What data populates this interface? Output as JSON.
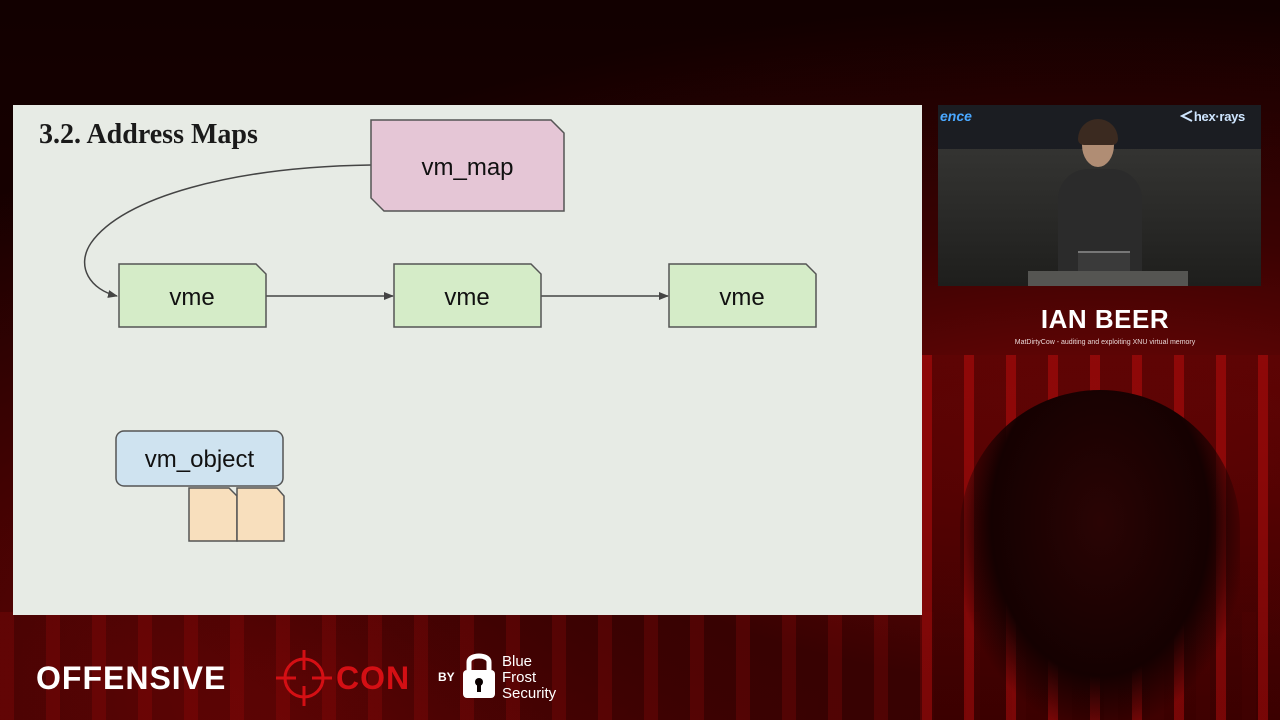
{
  "slide": {
    "title": "3.2. Address Maps",
    "diagram": {
      "nodes": [
        {
          "id": "vm_map",
          "label": "vm_map",
          "fill": "#e5c6d6"
        },
        {
          "id": "vme1",
          "label": "vme",
          "fill": "#d5ecc8"
        },
        {
          "id": "vme2",
          "label": "vme",
          "fill": "#d5ecc8"
        },
        {
          "id": "vme3",
          "label": "vme",
          "fill": "#d5ecc8"
        },
        {
          "id": "vm_object",
          "label": "vm_object",
          "fill": "#cfe3f0"
        }
      ],
      "edges": [
        {
          "from": "vm_map",
          "to": "vme1"
        },
        {
          "from": "vme1",
          "to": "vme2"
        },
        {
          "from": "vme2",
          "to": "vme3"
        }
      ],
      "page_fill": "#f8dfbd"
    }
  },
  "camera": {
    "left_text": "ence",
    "logo": "hex·rays"
  },
  "speaker": {
    "name": "IAN BEER",
    "talk_title": "MatDirtyCow - auditing and exploiting XNU virtual memory"
  },
  "branding": {
    "offensive": "OFFENSIVE",
    "con": "CON",
    "by": "BY",
    "sponsor": "Blue\nFrost\nSecurity",
    "accent": "#d40f14"
  }
}
